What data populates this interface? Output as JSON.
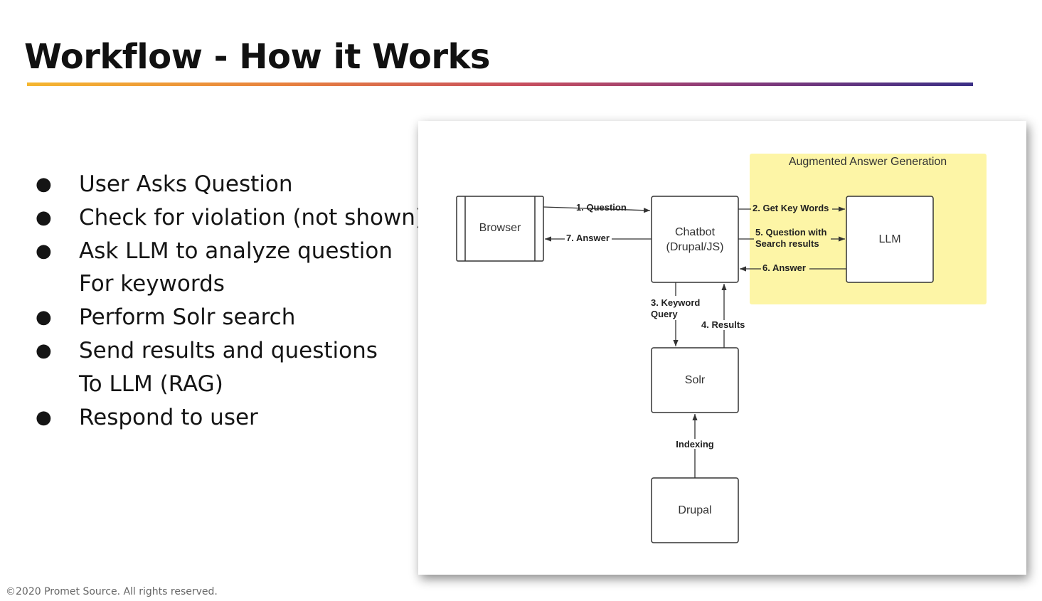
{
  "slide": {
    "title": "Workflow - How it Works",
    "bullets": [
      {
        "lines": [
          "User Asks Question"
        ]
      },
      {
        "lines": [
          "Check for violation (not shown)"
        ]
      },
      {
        "lines": [
          "Ask LLM to analyze question",
          "For keywords"
        ]
      },
      {
        "lines": [
          "Perform Solr search"
        ]
      },
      {
        "lines": [
          "Send results and questions",
          "To LLM (RAG)"
        ]
      },
      {
        "lines": [
          "Respond to user"
        ]
      }
    ],
    "bullet_symbol": "●",
    "footer": "©2020 Promet Source. All rights reserved."
  },
  "diagram": {
    "group": {
      "title": "Augmented Answer Generation",
      "color": "#fdf5a6"
    },
    "nodes": {
      "browser": "Browser",
      "chatbot_line1": "Chatbot",
      "chatbot_line2": "(Drupal/JS)",
      "llm": "LLM",
      "solr": "Solr",
      "drupal": "Drupal"
    },
    "edges": {
      "question": "1. Question",
      "answer_to_browser": "7. Answer",
      "get_key_words": "2. Get Key Words",
      "question_with_line1": "5. Question with",
      "question_with_line2": "Search results",
      "answer_from_llm": "6. Answer",
      "keyword_query_line1": "3. Keyword",
      "keyword_query_line2": "Query",
      "results": "4. Results",
      "indexing": "Indexing"
    }
  }
}
